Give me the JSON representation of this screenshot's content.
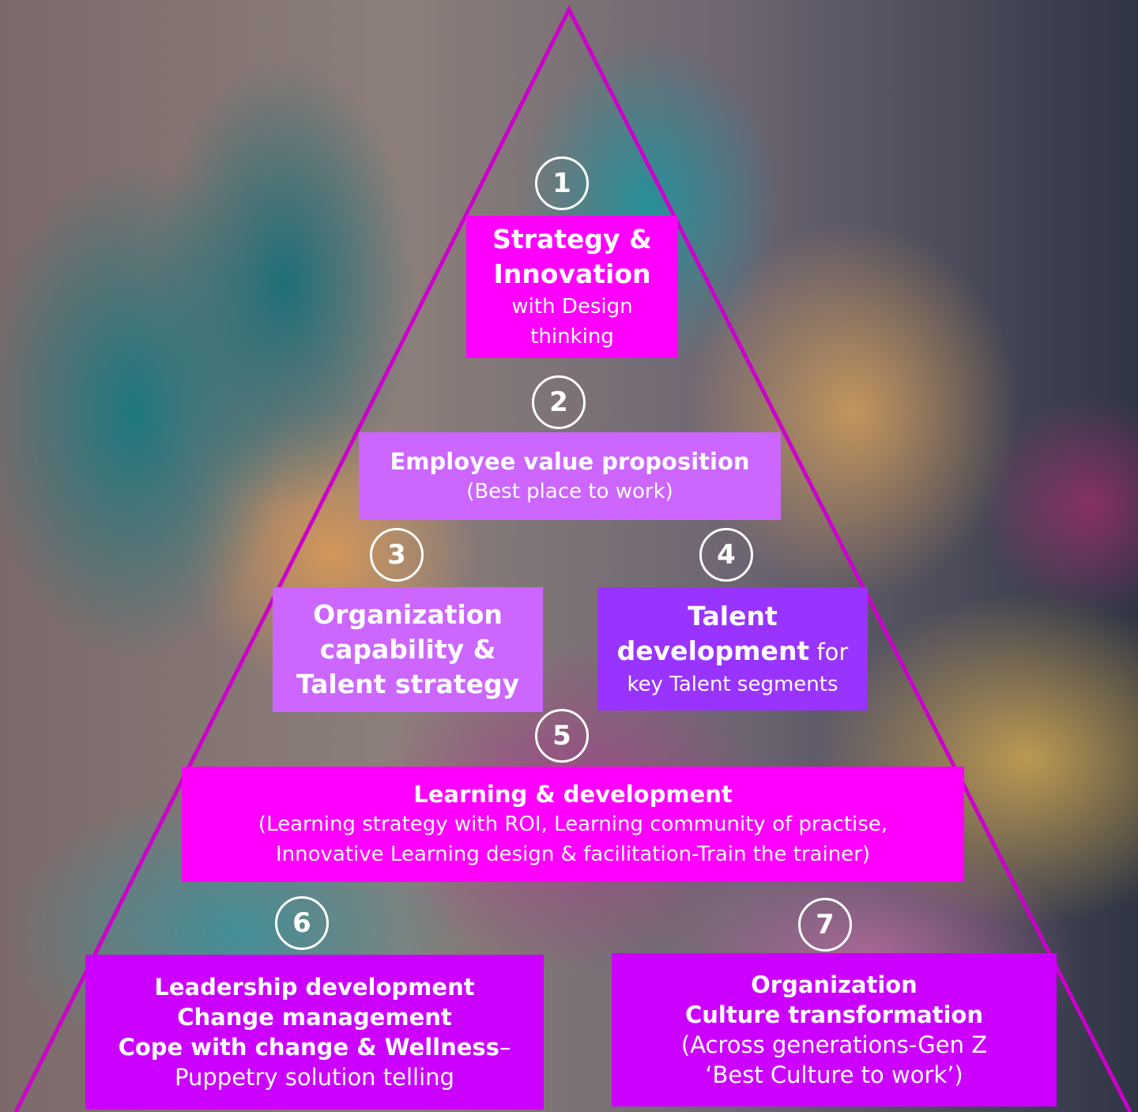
{
  "colors": {
    "magenta": "#ff00ff",
    "lavender": "#cc66ff",
    "violet": "#9933ff",
    "purple": "#cc00ff",
    "triangle_stroke": "#cc00cc",
    "text": "#ffffff"
  },
  "badges": [
    "1",
    "2",
    "3",
    "4",
    "5",
    "6",
    "7"
  ],
  "blocks": {
    "strategy": {
      "title_line1": "Strategy &",
      "title_line2": "Innovation",
      "sub_line1": "with Design",
      "sub_line2": "thinking"
    },
    "evp": {
      "title": "Employee value proposition",
      "sub": "(Best place to work)"
    },
    "org_capability": {
      "line1": "Organization",
      "line2": "capability &",
      "line3": "Talent strategy"
    },
    "talent": {
      "title_line1": "Talent",
      "title_line2_bold": "development",
      "title_line2_rest": " for",
      "sub": "key Talent segments"
    },
    "learning": {
      "title": "Learning & development",
      "sub_line1": "(Learning strategy with ROI, Learning community of practise,",
      "sub_line2": "Innovative Learning design & facilitation-Train the trainer)"
    },
    "leadership": {
      "line1": "Leadership development",
      "line2": "Change management",
      "line3_bold": "Cope with change & Wellness",
      "line3_rest": "–",
      "line4": "Puppetry solution telling"
    },
    "culture": {
      "line1": "Organization",
      "line2": "Culture transformation",
      "line3": "(Across generations-Gen Z",
      "line4": "‘Best Culture to work’)"
    }
  }
}
